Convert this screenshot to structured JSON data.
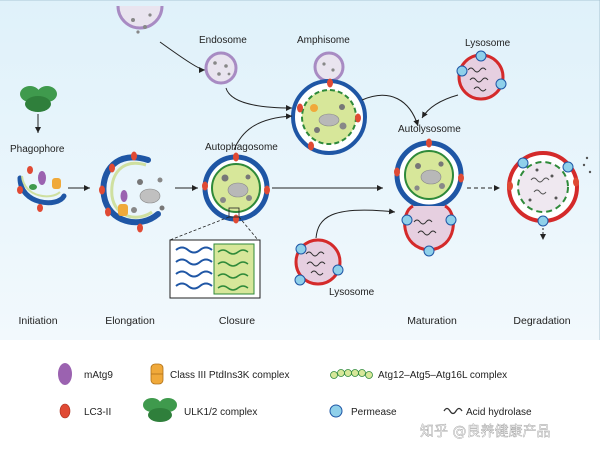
{
  "labels": {
    "endosome": "Endosome",
    "amphisome": "Amphisome",
    "lysosome_top": "Lysosome",
    "phagophore": "Phagophore",
    "autophagosome": "Autophagosome",
    "autolysosome": "Autolysosome",
    "lysosome_bottom": "Lysosome"
  },
  "stages": [
    "Initiation",
    "Elongation",
    "Closure",
    "Maturation",
    "Degradation"
  ],
  "legend": [
    {
      "icon": "matg9-icon",
      "label": "mAtg9"
    },
    {
      "icon": "class3-ptdins3k-icon",
      "label": "Class III PtdIns3K complex"
    },
    {
      "icon": "atg12-complex-icon",
      "label": "Atg12–Atg5–Atg16L complex"
    },
    {
      "icon": "lc3-icon",
      "label": "LC3-II"
    },
    {
      "icon": "ulk-complex-icon",
      "label": "ULK1/2 complex"
    },
    {
      "icon": "permease-icon",
      "label": "Permease"
    },
    {
      "icon": "acid-hydrolase-icon",
      "label": "Acid hydrolase"
    }
  ],
  "watermark": "知乎 @良养健康产品",
  "colors": {
    "background": "#e6f4fb",
    "membrane_blue": "#1f56a5",
    "lysosome_red": "#d42a2a",
    "cytoplasm_green": "#d7e79a",
    "ulk_green": "#3f9a4d",
    "matg9_purple": "#9b62b0",
    "class3_orange": "#f0a93a",
    "permease_cyan": "#8fd0ea"
  }
}
